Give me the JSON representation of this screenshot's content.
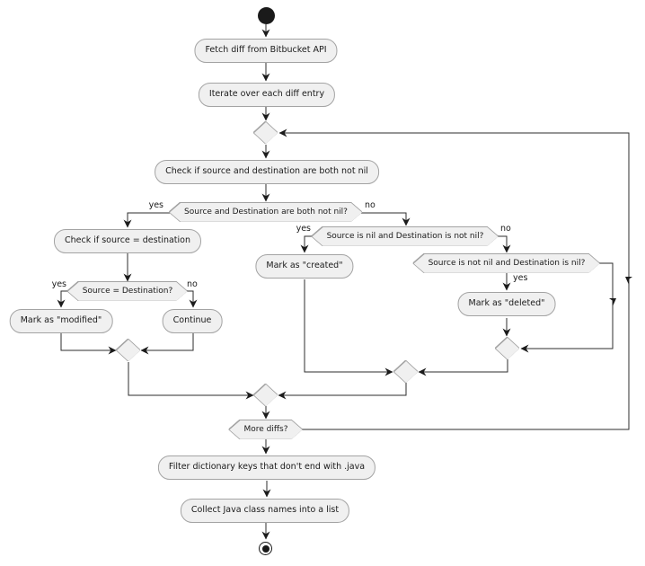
{
  "labels": {
    "yes": "yes",
    "no": "no"
  },
  "nodes": {
    "fetch_diff": "Fetch diff from Bitbucket API",
    "iterate": "Iterate over each diff entry",
    "check_both_not_nil": "Check if source and destination are both not nil",
    "q_both_not_nil": "Source and Destination are both not nil?",
    "check_source_eq_dest": "Check if source = destination",
    "q_source_eq_dest": "Source = Destination?",
    "mark_modified": "Mark as \"modified\"",
    "continue_step": "Continue",
    "q_source_nil_dest_not_nil": "Source is nil and Destination is not nil?",
    "mark_created": "Mark as \"created\"",
    "q_source_not_nil_dest_nil": "Source is not nil and Destination is nil?",
    "mark_deleted": "Mark as \"deleted\"",
    "q_more_diffs": "More diffs?",
    "filter_keys": "Filter dictionary keys that don't end with .java",
    "collect_names": "Collect Java class names into a list"
  },
  "colors": {
    "node_fill": "#f0f0f0",
    "node_border": "#a3a3a3",
    "edge_line": "#2e2e2e",
    "arrowhead": "#1c1c1c",
    "text": "#1a1a1a",
    "terminal": "#1a1a1a",
    "background": "#ffffff"
  }
}
